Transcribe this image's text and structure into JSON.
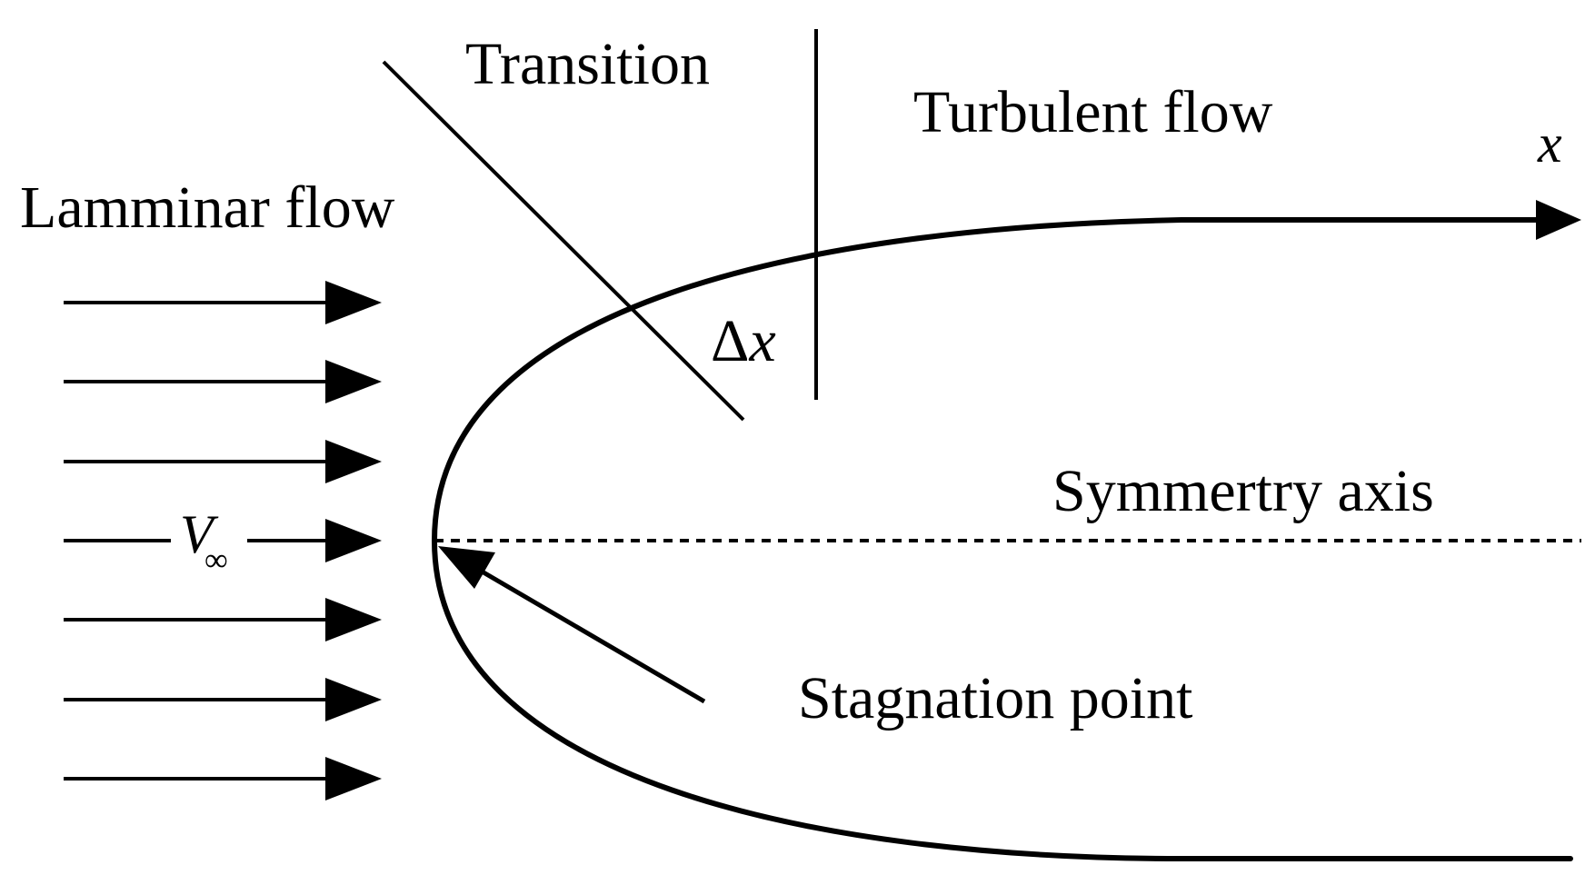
{
  "labels": {
    "laminar": "Lamminar flow",
    "transition": "Transition",
    "turbulent": "Turbulent flow",
    "x_axis": "x",
    "delta_prefix": "Δ",
    "delta_var": "x",
    "velocity_var": "V",
    "velocity_sub": "∞",
    "symmetry": "Symmertry axis",
    "stagnation": "Stagnation point"
  },
  "colors": {
    "ink": "#000000",
    "background": "#ffffff"
  }
}
